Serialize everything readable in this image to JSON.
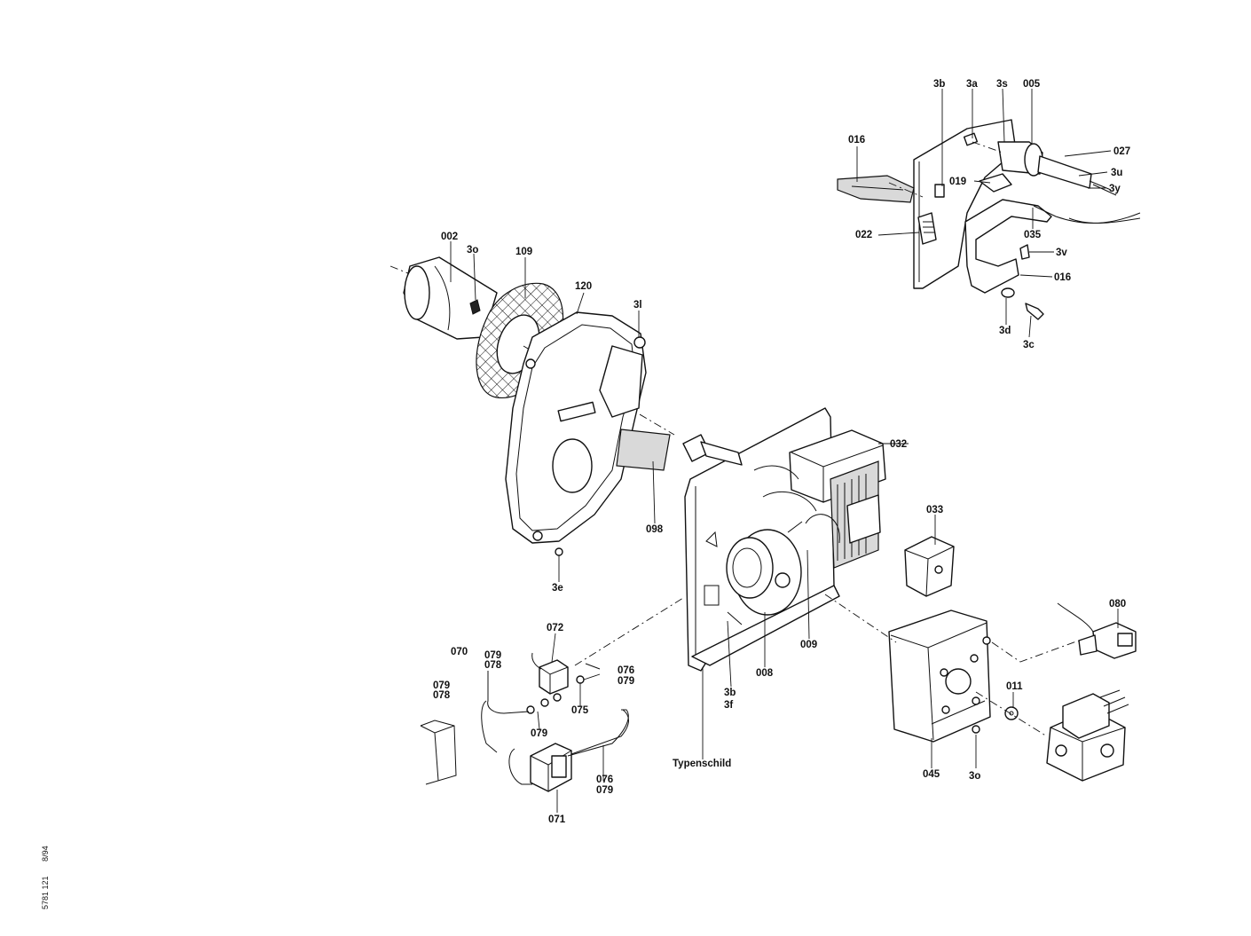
{
  "diagram": {
    "part_labels": {
      "p3b_top": "3b",
      "p3a": "3a",
      "p3s": "3s",
      "p005": "005",
      "p016_top": "016",
      "p027": "027",
      "p3u": "3u",
      "p019": "019",
      "p3y": "3y",
      "p022": "022",
      "p035": "035",
      "p3v": "3v",
      "p016_bot": "016",
      "p3d": "3d",
      "p3c": "3c",
      "p002": "002",
      "p3o_top": "3o",
      "p109": "109",
      "p120": "120",
      "p3l": "3l",
      "p098": "098",
      "p3e": "3e",
      "p032": "032",
      "p033": "033",
      "p009": "009",
      "p008": "008",
      "p3b_mid": "3b",
      "p3f": "3f",
      "p080": "080",
      "p011": "011",
      "p045": "045",
      "p3o_bot": "3o",
      "p070": "070",
      "p072": "072",
      "p079_a": "079",
      "p078_a": "078",
      "p076_a": "076",
      "p079_b": "079",
      "p079_c": "079",
      "p078_b": "078",
      "p075": "075",
      "p079_d": "079",
      "p076_b": "076",
      "p079_e": "079",
      "p071": "071",
      "typenschild": "Typenschild"
    },
    "side_note": {
      "code": "5781 121",
      "date": "8/94"
    }
  }
}
